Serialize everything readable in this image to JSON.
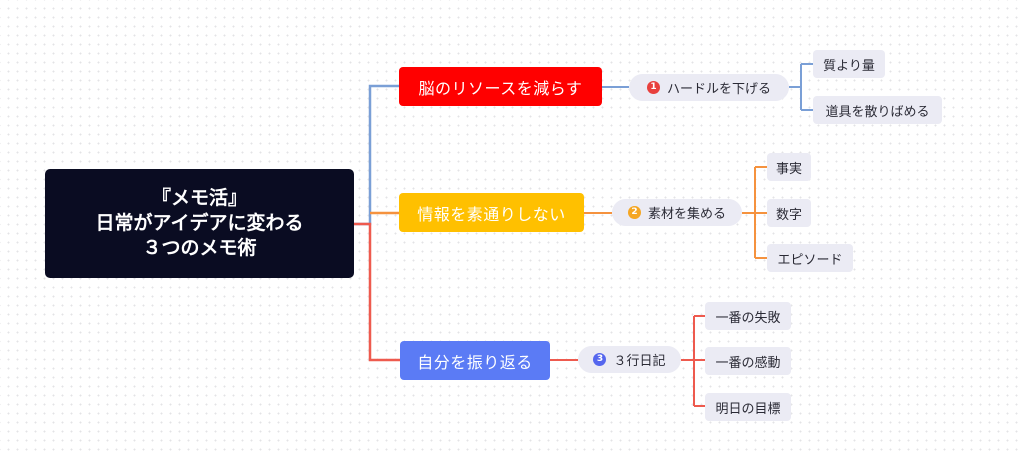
{
  "root": {
    "lines": [
      "『メモ活』",
      "日常がアイデアに変わる",
      "３つのメモ術"
    ],
    "color": "#0a0c22"
  },
  "branches": [
    {
      "label": "脳のリソースを減らす",
      "color": "#ff0000",
      "line_color": "#7a9fd6",
      "sub": {
        "badge": "1",
        "badge_color": "#e8403d",
        "label": "ハードルを下げる"
      },
      "leaves": [
        "質より量",
        "道具を散りばめる"
      ]
    },
    {
      "label": "情報を素通りしない",
      "color": "#ffc000",
      "line_color": "#f5923e",
      "sub": {
        "badge": "2",
        "badge_color": "#f5a623",
        "label": "素材を集める"
      },
      "leaves": [
        "事実",
        "数字",
        "エピソード"
      ]
    },
    {
      "label": "自分を振り返る",
      "color": "#5b7bf5",
      "line_color": "#ee5a4e",
      "sub": {
        "badge": "3",
        "badge_color": "#5566ee",
        "label": "３行日記"
      },
      "leaves": [
        "一番の失敗",
        "一番の感動",
        "明日の目標"
      ]
    }
  ]
}
